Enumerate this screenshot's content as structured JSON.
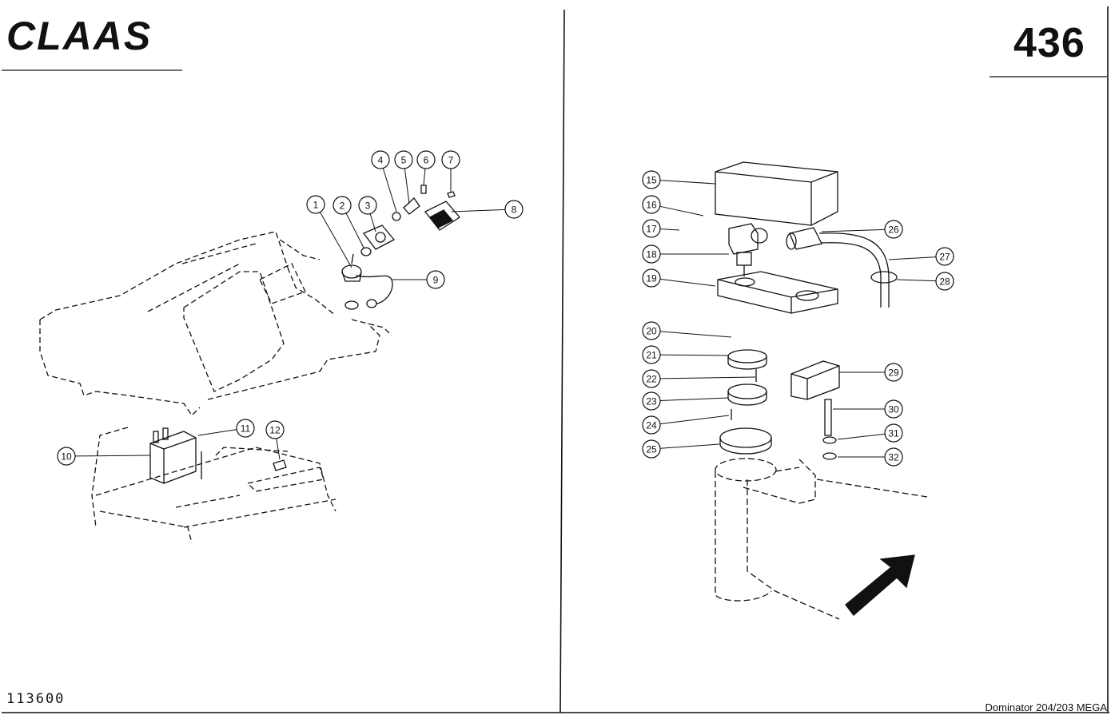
{
  "header": {
    "brand": "CLAAS",
    "page_number": "436"
  },
  "footer": {
    "document_number": "113600",
    "model": "Dominator 204/203 MEGA"
  },
  "callouts": [
    {
      "label": "1"
    },
    {
      "label": "2"
    },
    {
      "label": "3"
    },
    {
      "label": "4"
    },
    {
      "label": "5"
    },
    {
      "label": "6"
    },
    {
      "label": "7"
    },
    {
      "label": "8"
    },
    {
      "label": "9"
    },
    {
      "label": "10"
    },
    {
      "label": "11"
    },
    {
      "label": "12"
    },
    {
      "label": "15"
    },
    {
      "label": "16"
    },
    {
      "label": "17"
    },
    {
      "label": "18"
    },
    {
      "label": "19"
    },
    {
      "label": "20"
    },
    {
      "label": "21"
    },
    {
      "label": "22"
    },
    {
      "label": "23"
    },
    {
      "label": "24"
    },
    {
      "label": "25"
    },
    {
      "label": "26"
    },
    {
      "label": "27"
    },
    {
      "label": "28"
    },
    {
      "label": "29"
    },
    {
      "label": "30"
    },
    {
      "label": "31"
    },
    {
      "label": "32"
    }
  ],
  "colors": {
    "ink": "#111111",
    "paper": "#ffffff"
  }
}
